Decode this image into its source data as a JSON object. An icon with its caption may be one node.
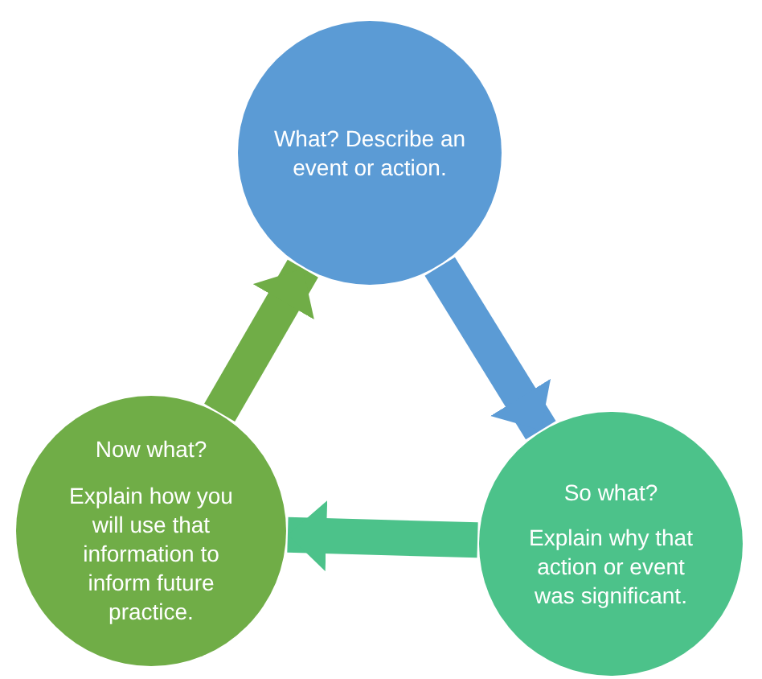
{
  "diagram": {
    "nodes": [
      {
        "text": [
          "What? Describe an event or action."
        ]
      },
      {
        "text": [
          "So what?",
          "Explain why that action or event was significant."
        ]
      },
      {
        "text": [
          "Now what?",
          "Explain how you will use that information to inform future practice."
        ]
      }
    ],
    "edges": [
      {
        "from": 0,
        "to": 1,
        "arrow": "to",
        "color": "#5b9bd5"
      },
      {
        "from": 1,
        "to": 2,
        "arrow": "to",
        "color": "#4cc28a"
      },
      {
        "from": 2,
        "to": 0,
        "arrow": "to",
        "color": "#70ad47"
      }
    ]
  }
}
